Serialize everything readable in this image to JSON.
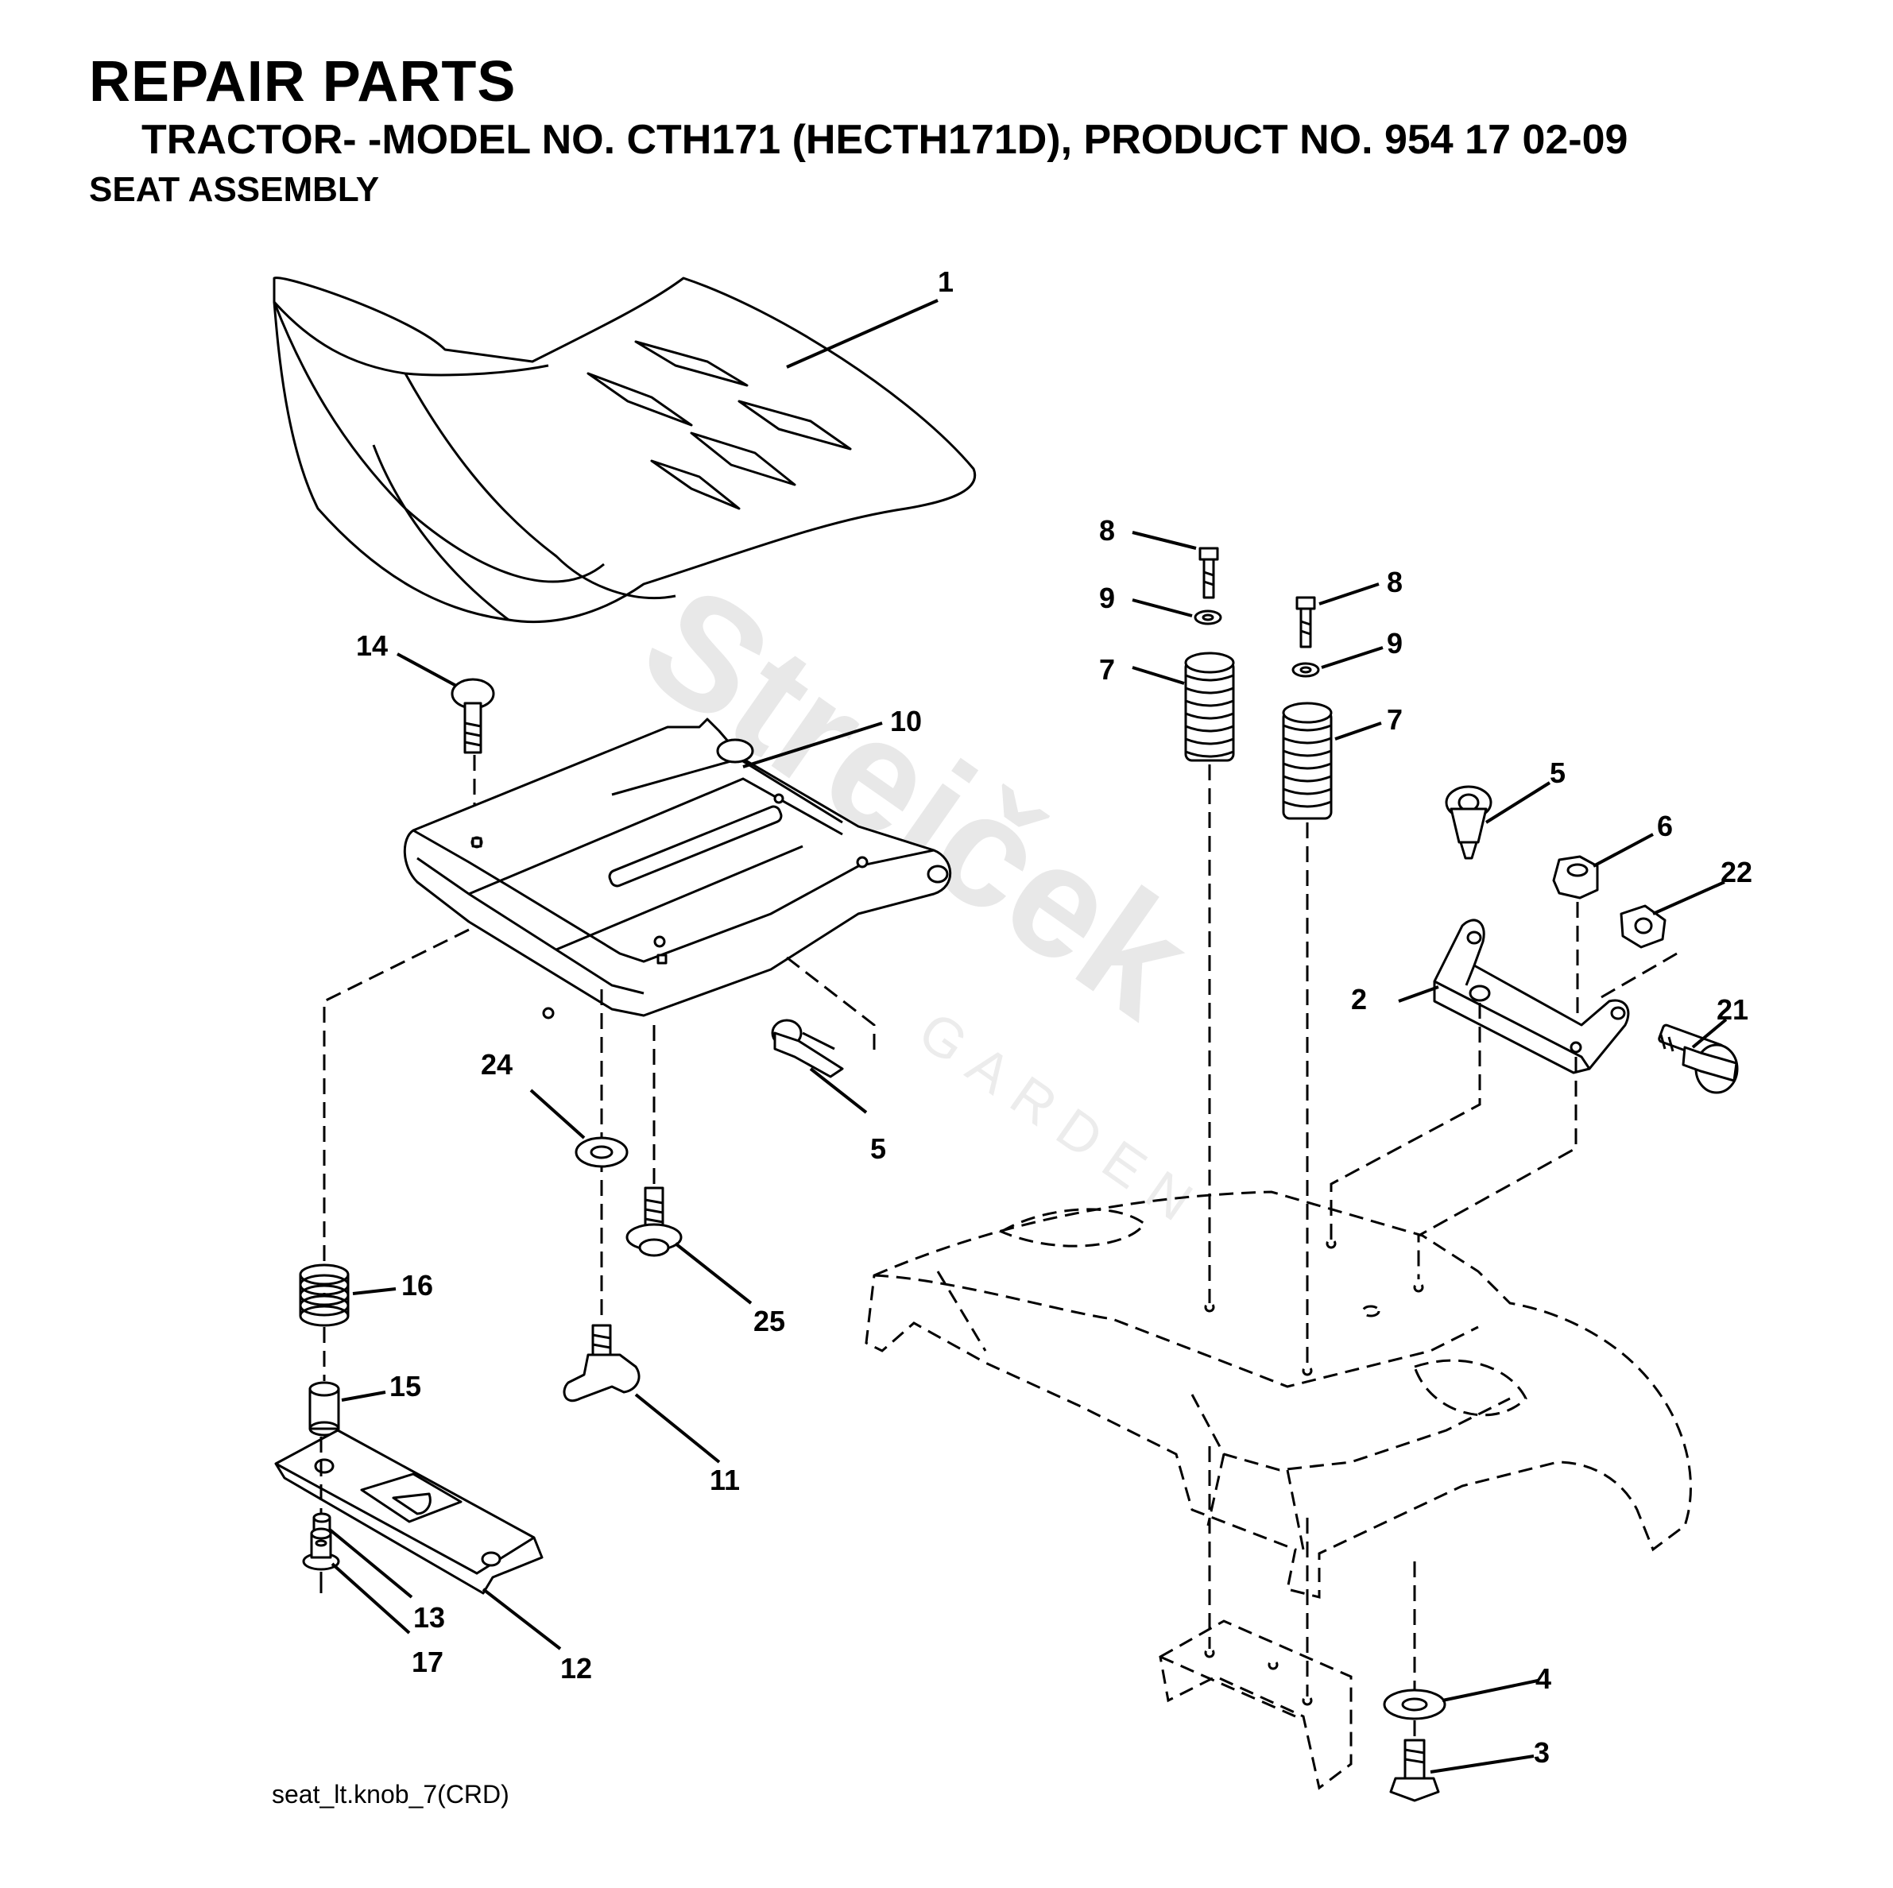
{
  "header": {
    "title": "REPAIR PARTS",
    "subtitle": "TRACTOR- -MODEL NO. CTH171 (HECTH171D), PRODUCT NO. 954 17 02-09",
    "section": "SEAT ASSEMBLY"
  },
  "footer": {
    "drawing_ref": "seat_lt.knob_7(CRD)"
  },
  "watermark": {
    "brand": "Strejček",
    "sub": "GARDEN"
  },
  "callouts": {
    "c1": "1",
    "c14": "14",
    "c10": "10",
    "c24": "24",
    "c5a": "5",
    "c16": "16",
    "c25": "25",
    "c15": "15",
    "c11": "11",
    "c13": "13",
    "c17": "17",
    "c12": "12",
    "c8a": "8",
    "c8b": "8",
    "c9a": "9",
    "c9b": "9",
    "c7a": "7",
    "c7b": "7",
    "c5b": "5",
    "c6": "6",
    "c22": "22",
    "c2": "2",
    "c21": "21",
    "c4": "4",
    "c3": "3"
  }
}
